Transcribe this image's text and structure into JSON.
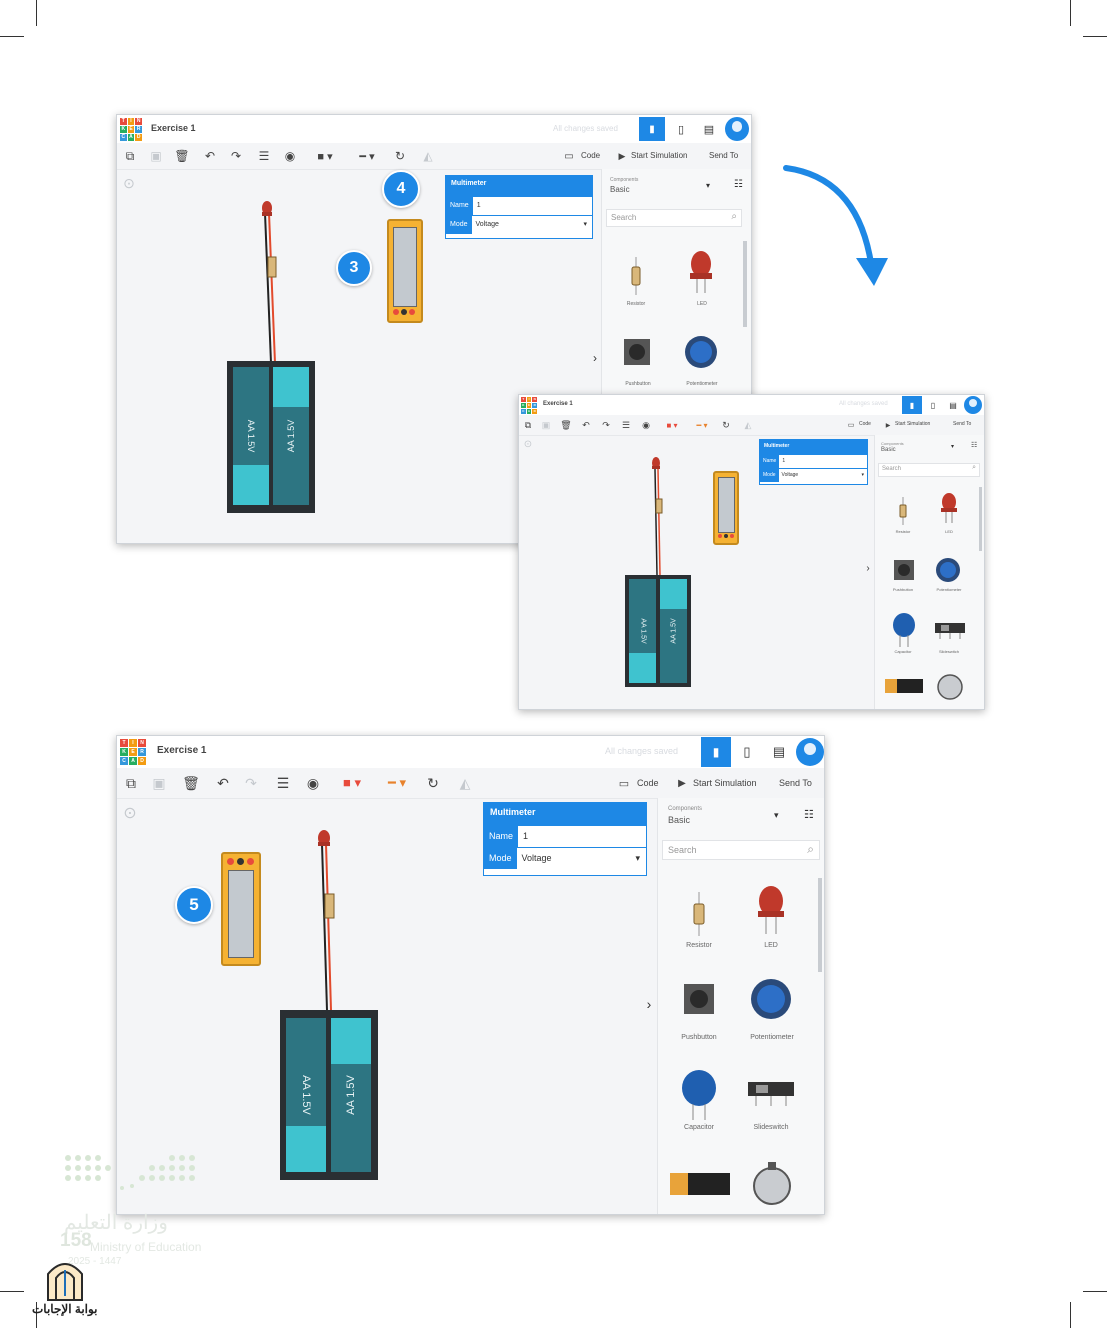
{
  "window": {
    "title": "Exercise 1",
    "saved_status": "All changes saved",
    "logo_letters": [
      "T",
      "I",
      "N",
      "K",
      "E",
      "R",
      "C",
      "A",
      "D"
    ]
  },
  "toolbar": {
    "code_label": "Code",
    "start_simulation_label": "Start Simulation",
    "send_to_label": "Send To"
  },
  "inspector": {
    "header": "Multimeter",
    "name_key": "Name",
    "name_value": "1",
    "mode_key": "Mode",
    "mode_value": "Voltage"
  },
  "components_panel": {
    "dropdown_caption": "Components",
    "dropdown_value": "Basic",
    "search_placeholder": "Search",
    "items": [
      "Resistor",
      "LED",
      "Pushbutton",
      "Potentiometer",
      "Capacitor",
      "Slideswitch"
    ]
  },
  "battery": {
    "cell_label": "AA 1.5V"
  },
  "callouts": {
    "step_3": "3",
    "step_4": "4",
    "step_5": "5"
  },
  "footer": {
    "page_number": "158",
    "ministry_arabic": "وزارة التعليم",
    "ministry_english": "Ministry of Education",
    "year": "2025 - 1447",
    "portal_label": "بوابة الإجابات"
  },
  "colors": {
    "accent": "#1e88e5",
    "battery_cell": "#2d7582",
    "battery_cap": "#3fc3cf",
    "multimeter": "#f5b233"
  }
}
